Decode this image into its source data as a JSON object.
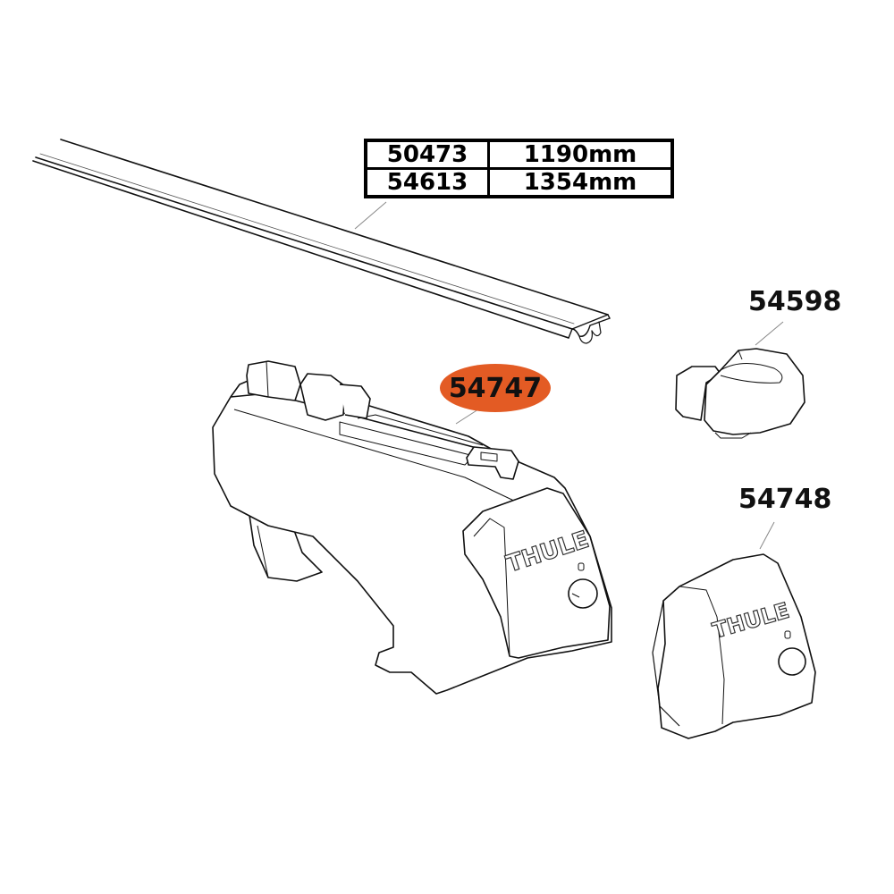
{
  "diagram": {
    "type": "exploded parts diagram",
    "parts": [
      {
        "id": "bar",
        "name": "Roof bar profile",
        "variants": [
          {
            "part_number": "50473",
            "length": "1190mm"
          },
          {
            "part_number": "54613",
            "length": "1354mm"
          }
        ]
      },
      {
        "id": "foot",
        "name": "Foot",
        "part_number": "54747",
        "highlighted": true
      },
      {
        "id": "end-cap",
        "name": "Bar end cap",
        "part_number": "54598"
      },
      {
        "id": "foot-cover",
        "name": "Foot cover",
        "part_number": "54748"
      }
    ]
  },
  "spec_table": {
    "rows": [
      {
        "part_number": "50473",
        "length": "1190mm"
      },
      {
        "part_number": "54613",
        "length": "1354mm"
      }
    ]
  },
  "labels": {
    "foot": "54747",
    "end_cap": "54598",
    "foot_cover": "54748"
  },
  "logos": {
    "foot_logo": "THULE",
    "cover_logo": "THULE"
  },
  "colors": {
    "highlight": "#e35b24",
    "line": "#111111",
    "leader": "#888888"
  }
}
